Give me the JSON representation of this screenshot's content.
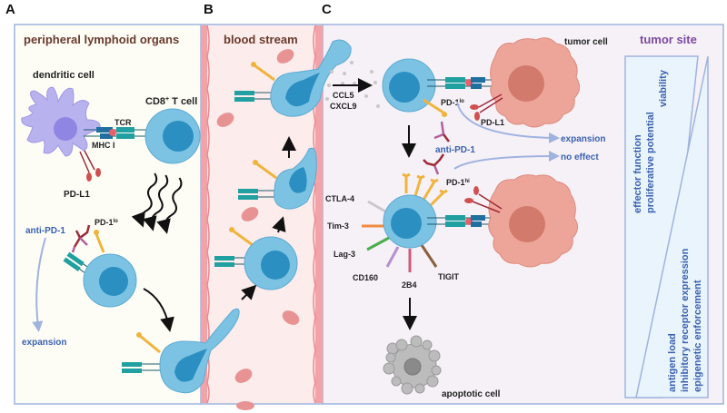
{
  "panels": {
    "a": {
      "letter": "A",
      "title": "peripheral lymphoid organs"
    },
    "b": {
      "letter": "B",
      "title": "blood stream"
    },
    "c": {
      "letter": "C",
      "title": "tumor site"
    }
  },
  "labels": {
    "dendritic_cell": "dendritic cell",
    "cd8_t_cell": "CD8",
    "cd8_sup": "+",
    "t_cell_suffix": " T cell",
    "tcr": "TCR",
    "mhc_i": "MHC I",
    "pd_l1_a": "PD-L1",
    "anti_pd1_a": "anti-PD-1",
    "pd1_lo_a": "PD-1",
    "pd1_lo_a_sup": "lo",
    "expansion_a": "expansion",
    "ccl5": "CCL5",
    "cxcl9": "CXCL9",
    "tumor_cell": "tumor cell",
    "pd1_lo_c": "PD-1",
    "pd1_lo_c_sup": "lo",
    "pd_l1_c": "PD-L1",
    "anti_pd1_c": "anti-PD-1",
    "expansion_c": "expansion",
    "no_effect": "no effect",
    "pd1_hi": "PD-1",
    "pd1_hi_sup": "hi",
    "ctla4": "CTLA-4",
    "tim3": "Tim-3",
    "lag3": "Lag-3",
    "cd160": "CD160",
    "b2b4": "2B4",
    "tigit": "TIGIT",
    "apoptotic_cell": "apoptotic cell"
  },
  "gradient_legend": {
    "decreasing": [
      "effector function",
      "proliferative potential",
      "viability"
    ],
    "increasing": [
      "antigen load",
      "inhibitory receptor expression",
      "epigenetic enforcement"
    ]
  },
  "colors": {
    "panel_border": "#9fb3df",
    "panel_a_bg": "#fdfdf6",
    "panel_b_bg": "#fdecec",
    "panel_c_bg": "#f6f1f7",
    "vessel_wall": "#f2a3a8",
    "t_cell": "#7cc3e3",
    "t_cell_nucleus": "#2b8fc2",
    "dendritic_cell": "#b8b2ee",
    "dendritic_nucleus": "#8f86e3",
    "tumor_cell": "#eda59a",
    "tumor_nucleus": "#d27a6b",
    "pd1": "#f0b43c",
    "antibody": "#9e2a3a",
    "blue_text": "#3a62b0",
    "title_brown": "#6a3a2c",
    "title_purple": "#7a4aa0",
    "ctla4": "#c9c9c9",
    "tim3": "#f08a43",
    "lag3": "#4aae4a",
    "cd160": "#b58fcf",
    "b2b4": "#d05a7a",
    "tigit": "#8a6040"
  }
}
